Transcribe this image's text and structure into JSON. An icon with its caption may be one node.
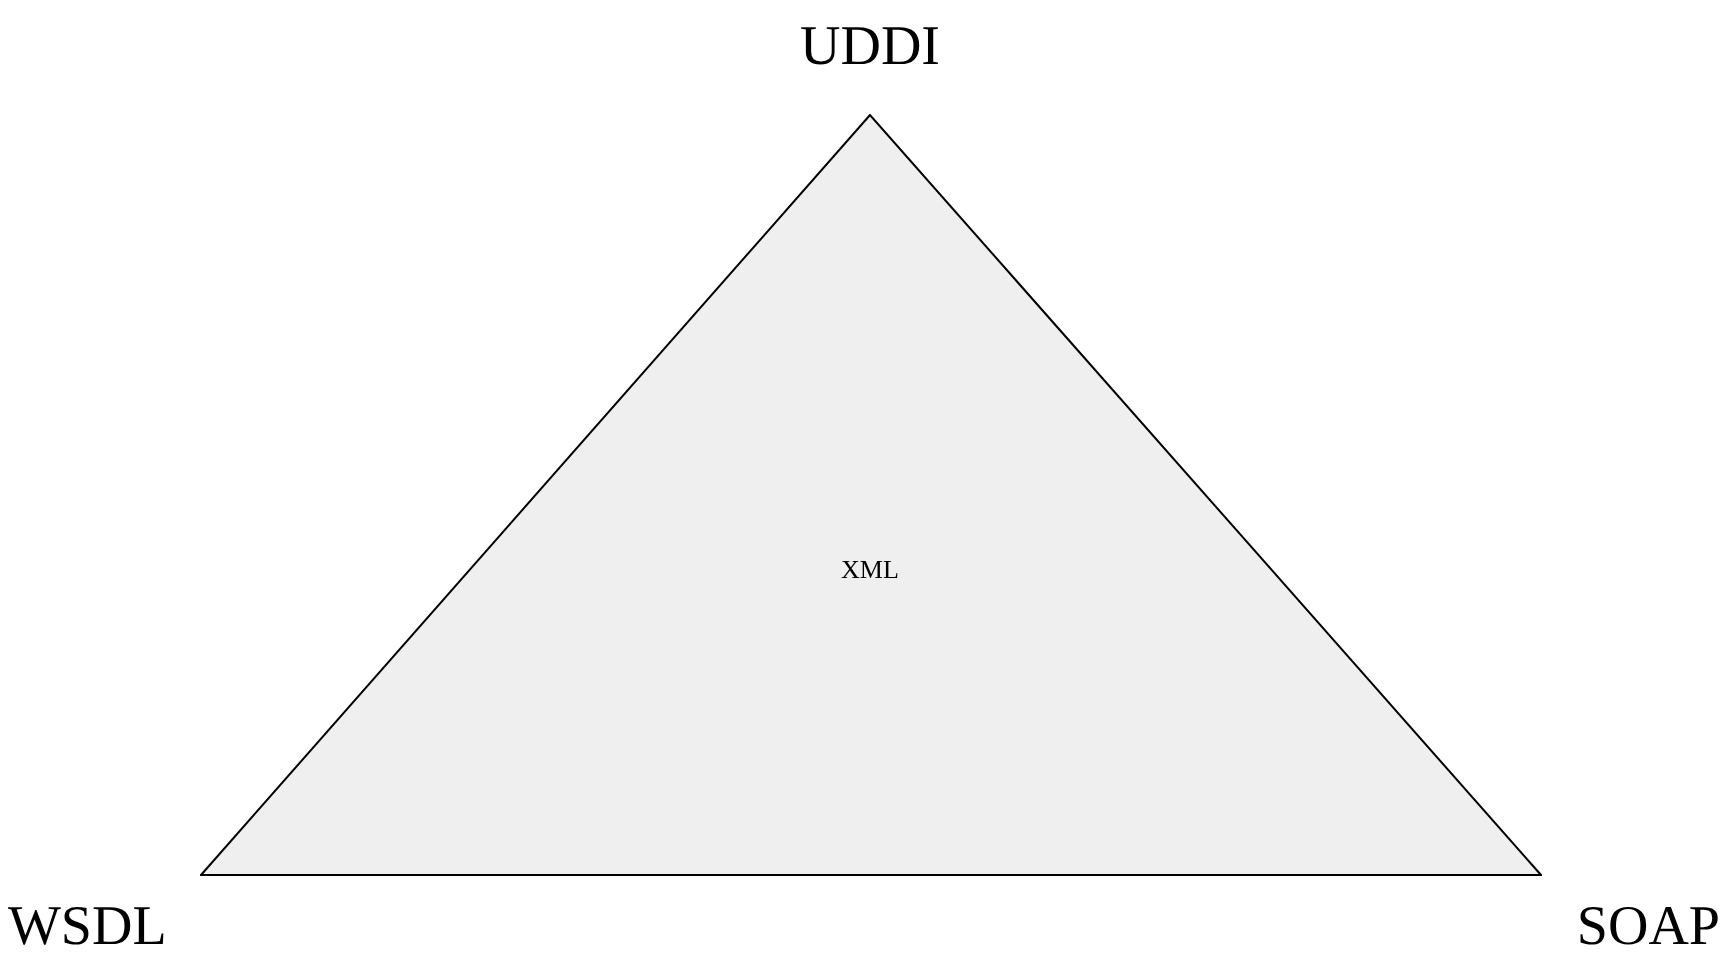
{
  "diagram": {
    "nodes": [
      {
        "text": [
          "XML"
        ]
      }
    ],
    "labels": [
      "UDDI",
      "WSDL",
      "SOAP"
    ]
  }
}
